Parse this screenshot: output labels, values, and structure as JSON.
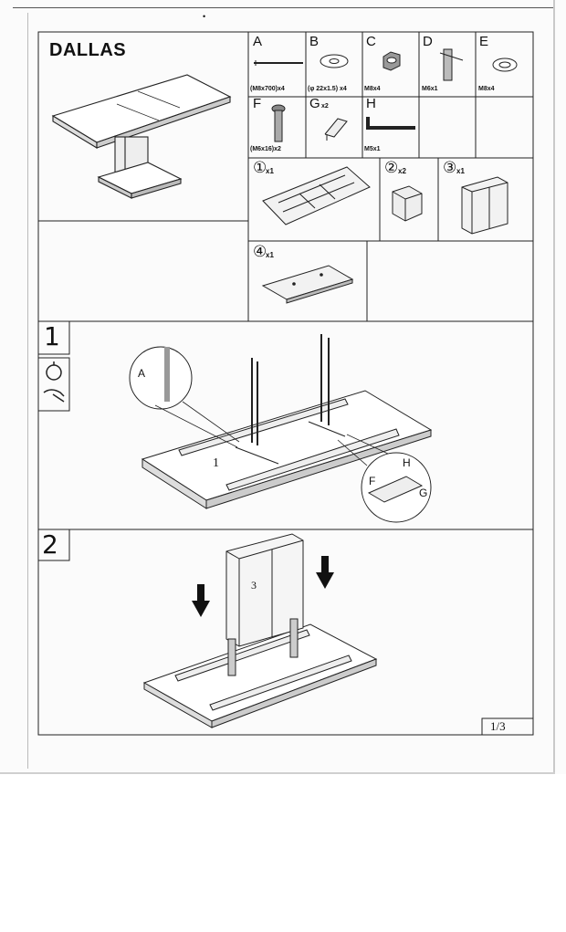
{
  "title": "DALLAS",
  "parts": [
    {
      "letter": "A",
      "code": "(M8x700)x4",
      "icon": "threaded-rod-icon"
    },
    {
      "letter": "B",
      "code": "(φ 22x1.5) x4",
      "icon": "washer-icon"
    },
    {
      "letter": "C",
      "code": "M8x4",
      "icon": "nut-icon"
    },
    {
      "letter": "D",
      "code": "M6x1",
      "icon": "cross-dowel-icon"
    },
    {
      "letter": "E",
      "code": "M8x4",
      "icon": "spring-washer-icon"
    },
    {
      "letter": "F",
      "code": "(M6x16)x2",
      "icon": "bolt-icon"
    },
    {
      "letter": "G",
      "code": "x2",
      "icon": "bracket-icon"
    },
    {
      "letter": "H",
      "code": "M5x1",
      "icon": "allen-key-icon"
    }
  ],
  "components": [
    {
      "num": "①",
      "qty": "x1",
      "icon": "tabletop-frame-icon"
    },
    {
      "num": "②",
      "qty": "x2",
      "icon": "block-icon"
    },
    {
      "num": "③",
      "qty": "x1",
      "icon": "pedestal-column-icon"
    },
    {
      "num": "④",
      "qty": "x1",
      "icon": "base-plate-icon"
    }
  ],
  "steps": [
    {
      "num": "1",
      "labels": {
        "a": "A",
        "one": "1",
        "f": "F",
        "h": "H",
        "g": "G"
      }
    },
    {
      "num": "2",
      "labels": {
        "three": "3"
      }
    }
  ],
  "page": "1/3",
  "scan_mark": "•"
}
